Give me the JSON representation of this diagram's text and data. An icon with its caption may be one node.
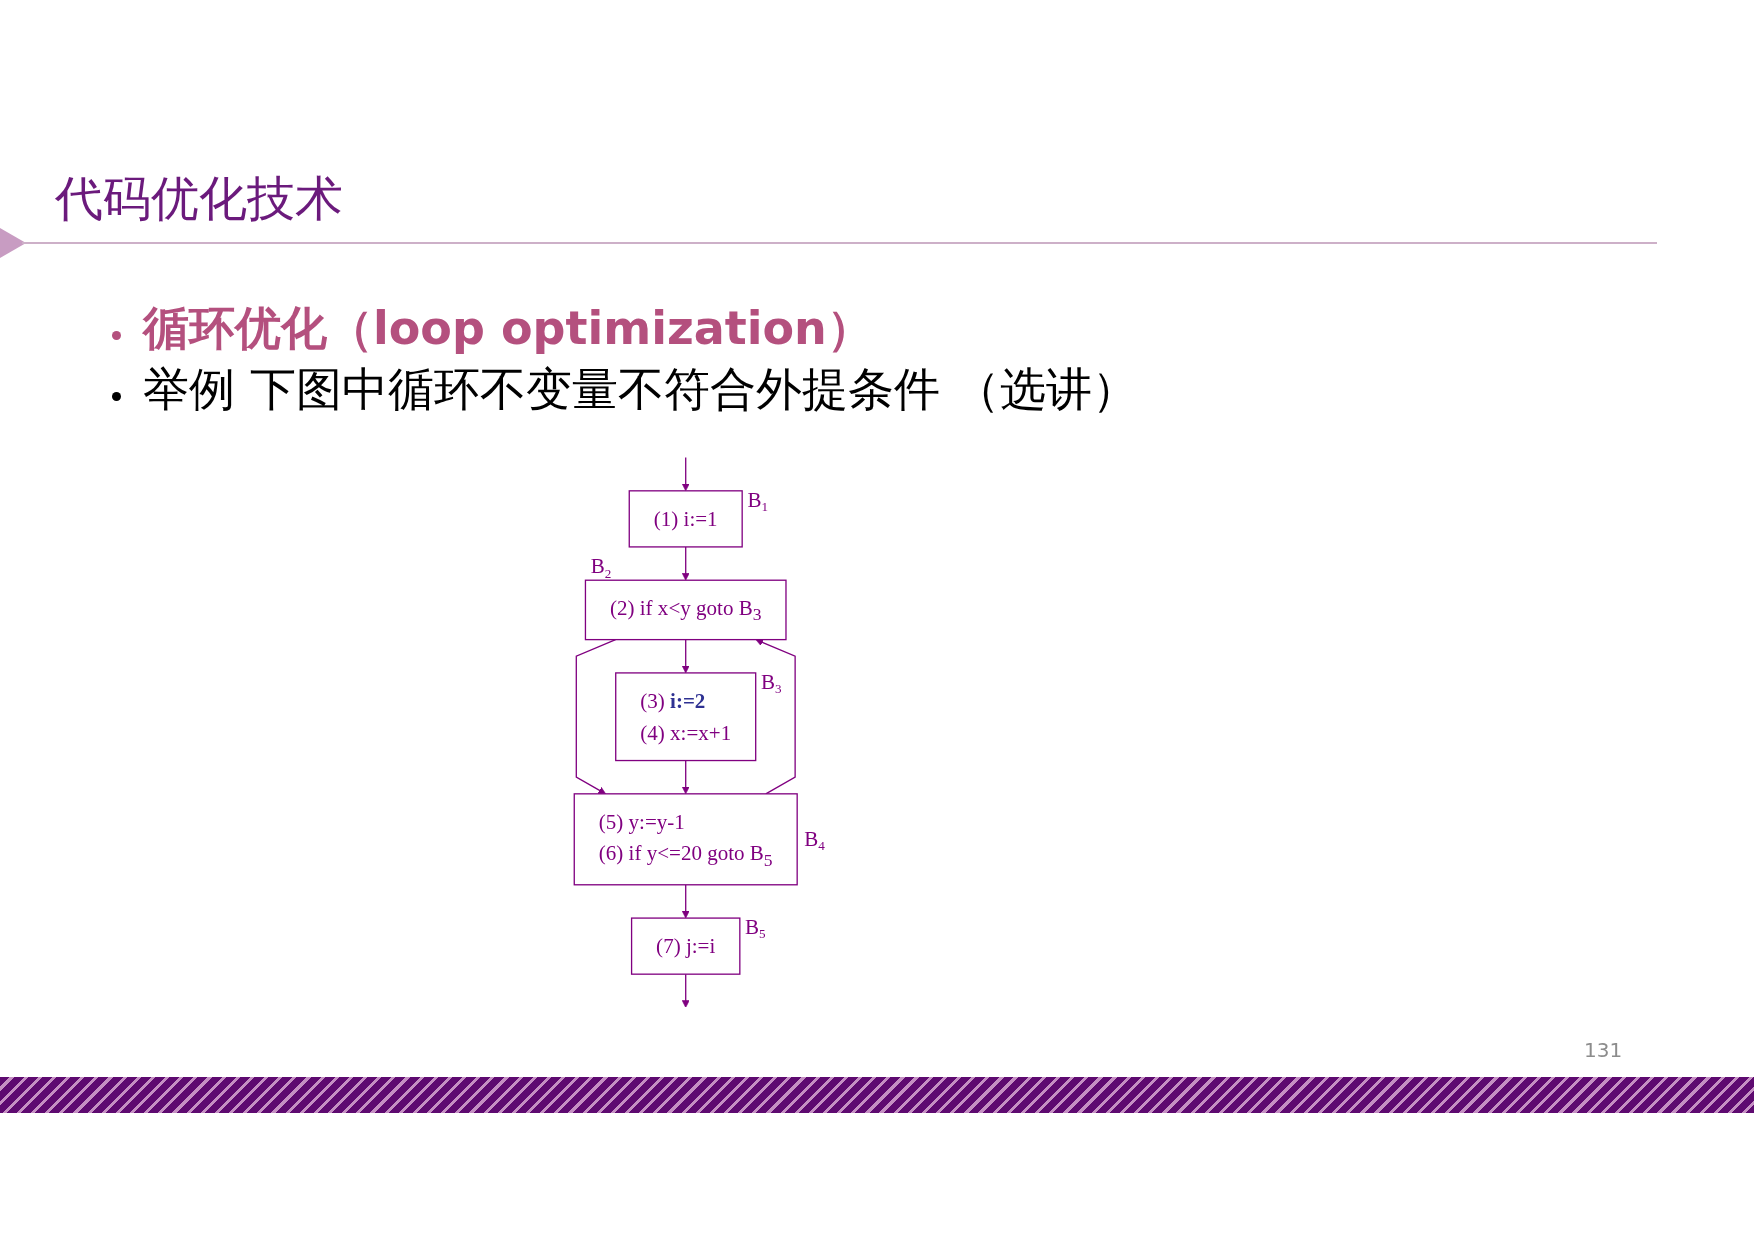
{
  "diagram": {
    "title": "代码优化技术",
    "nodes": [
      {
        "text": [
          "(1) i:=1"
        ],
        "beside": [
          "B$_{1}$"
        ]
      },
      {
        "text": [
          "(2) if x<y goto B$_{3}$"
        ],
        "beside": [
          "B$_{2}$"
        ]
      },
      {
        "text": [
          "(3) **i:=2**",
          "(4) x:=x+1"
        ],
        "beside": [
          "B$_{3}$"
        ]
      },
      {
        "text": [
          "(5) y:=y-1",
          "(6) if y<=20 goto B$_{5}$"
        ],
        "beside": [
          "B$_{4}$"
        ]
      },
      {
        "text": [
          "(7) j:=i"
        ],
        "beside": [
          "B$_{5}$"
        ]
      }
    ],
    "edges": [
      {
        "from": null,
        "to": 0,
        "arrow": "to"
      },
      {
        "from": 0,
        "to": 1,
        "arrow": "to"
      },
      {
        "from": 1,
        "to": 2,
        "arrow": "to"
      },
      {
        "from": 1,
        "to": 3,
        "arrow": "to"
      },
      {
        "from": 2,
        "to": 3,
        "arrow": "to"
      },
      {
        "from": 3,
        "to": 4,
        "arrow": "to"
      },
      {
        "from": 3,
        "to": 1,
        "arrow": "to"
      },
      {
        "from": 4,
        "to": null,
        "arrow": "to"
      }
    ],
    "labels": [
      "循环优化（loop optimization）",
      "举例 下图中循环不变量不符合外提条件 （选讲）",
      "131"
    ]
  }
}
